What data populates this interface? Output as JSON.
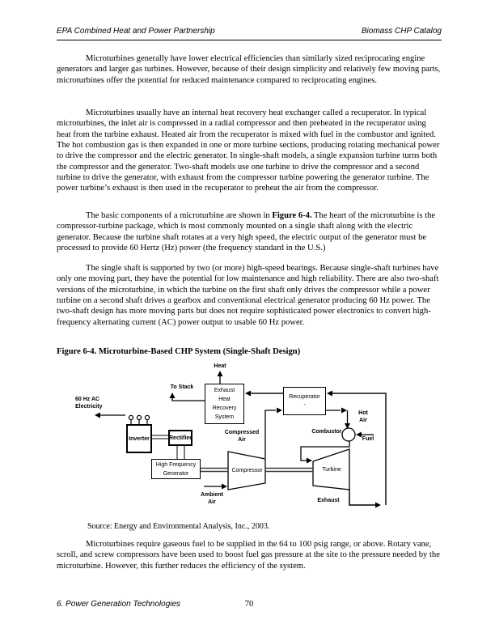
{
  "header": {
    "left": "EPA Combined Heat and Power Partnership",
    "right": "Biomass CHP Catalog"
  },
  "paragraphs": {
    "p1": "Microturbines generally have lower electrical efficiencies than similarly sized reciprocating engine generators and larger gas turbines. However, because of their design simplicity and relatively few moving parts, microturbines offer the potential for reduced maintenance compared to reciprocating engines.",
    "p2": "Microturbines usually have an internal heat recovery heat exchanger called a recuperator. In typical microturbines, the inlet air is compressed in a radial compressor and then preheated in the recuperator using heat from the turbine exhaust. Heated air from the recuperator is mixed with fuel in the combustor and ignited. The hot combustion gas is then expanded in one or more turbine sections, producing rotating mechanical power to drive the compressor and the electric generator. In single-shaft models, a single expansion turbine turns both the compressor and the generator. Two-shaft models use one turbine to drive the compressor and a second turbine to drive the generator, with exhaust from the compressor turbine powering the generator turbine. The power turbine’s exhaust is then used in the recuperator to preheat the air from the compressor.",
    "p3_pre": "The basic components of a microturbine are shown in ",
    "p3_bold": "Figure 6-4.",
    "p3_post": " The heart of the microturbine is the compressor-turbine package, which is most commonly mounted on a single shaft along with the electric generator. Because the turbine shaft rotates at a very high speed, the electric output of the generator must be processed to provide 60 Hertz (Hz) power (the frequency standard in the U.S.)",
    "p4": "The single shaft is supported by two (or more) high-speed bearings. Because single-shaft turbines have only one moving part, they have the potential for low maintenance and high reliability. There are also two-shaft versions of the microturbine, in which the turbine on the first shaft only drives the compressor while a power turbine on a second shaft drives a gearbox and conventional electrical generator producing 60 Hz power. The two-shaft design has more moving parts but does not require sophisticated power electronics to convert high-frequency alternating current (AC) power output to usable 60 Hz power.",
    "p5": "Microturbines require gaseous fuel to be supplied in the 64 to 100 psig range, or above. Rotary vane, scroll, and screw compressors have been used to boost fuel gas pressure at the site to the pressure needed by the microturbine. However, this further reduces the efficiency of the system."
  },
  "figure": {
    "caption": "Figure 6-4. Microturbine-Based CHP System (Single-Shaft Design)",
    "source": "Source: Energy and Environmental Analysis, Inc., 2003.",
    "boxes": {
      "ehrs": "Exhaust\nHeat\nRecovery\nSystem",
      "recuperator": "Recuperator\n-",
      "inverter": "Inverter",
      "rectifier": "Rectifier",
      "hfg": "High Frequency\nGenerator"
    },
    "labels": {
      "heat": "Heat",
      "to_stack": "To Stack",
      "sixty_hz": "60 Hz AC\nElectricity",
      "compressed_air": "Compressed\nAir",
      "ambient_air": "Ambient\nAir",
      "hot_air": "Hot\nAir",
      "combustor": "Combustor",
      "fuel": "Fuel",
      "exhaust": "Exhaust",
      "compressor": "Compressor",
      "turbine": "Turbine"
    },
    "colors": {
      "line": "#000000",
      "duct_line": "#4a4a4a"
    }
  },
  "footer": {
    "left": "6. Power Generation Technologies",
    "page": "70"
  }
}
